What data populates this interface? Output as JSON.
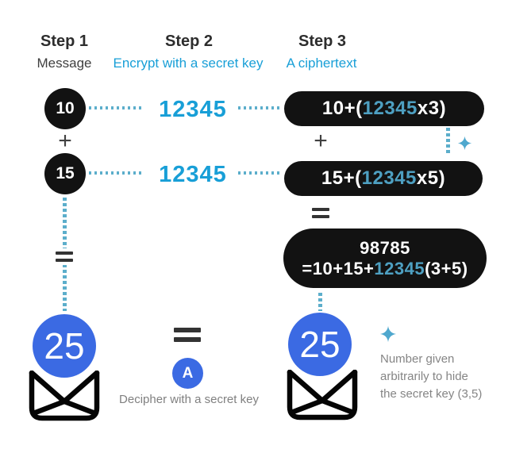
{
  "header": {
    "steps": [
      {
        "title": "Step 1",
        "subtitle": "Message"
      },
      {
        "title": "Step 2",
        "subtitle": "Encrypt with a secret key"
      },
      {
        "title": "Step 3",
        "subtitle": "A ciphertext"
      }
    ]
  },
  "encryption": {
    "plus": "+",
    "rows": [
      {
        "message": "10",
        "key": "12345",
        "cipher": {
          "prefix": "10+(",
          "key": "12345",
          "suffix": "x3)"
        }
      },
      {
        "message": "15",
        "key": "12345",
        "cipher": {
          "prefix": "15+(",
          "key": "12345",
          "suffix": "x5)"
        }
      }
    ],
    "result": {
      "line1": "98785",
      "line2": {
        "prefix": "=10+15+",
        "key": "12345",
        "suffix": "(3+5)"
      }
    }
  },
  "decryption": {
    "sum_left": "25",
    "sum_right": "25",
    "key_badge": "A",
    "decipher_caption": "Decipher with a secret key",
    "note_lines": [
      "Number given",
      "arbitrarily to hide",
      "the secret key (3,5)"
    ]
  },
  "colors": {
    "accent_blue": "#3B6AE3",
    "cyan": "#189FD7",
    "cyan_muted_in_pill": "#4EA0C2",
    "dotted_line": "#5CAECB",
    "sparkle": "#4FA8CE",
    "pill_black": "#121212",
    "caption_gray": "#808080"
  }
}
